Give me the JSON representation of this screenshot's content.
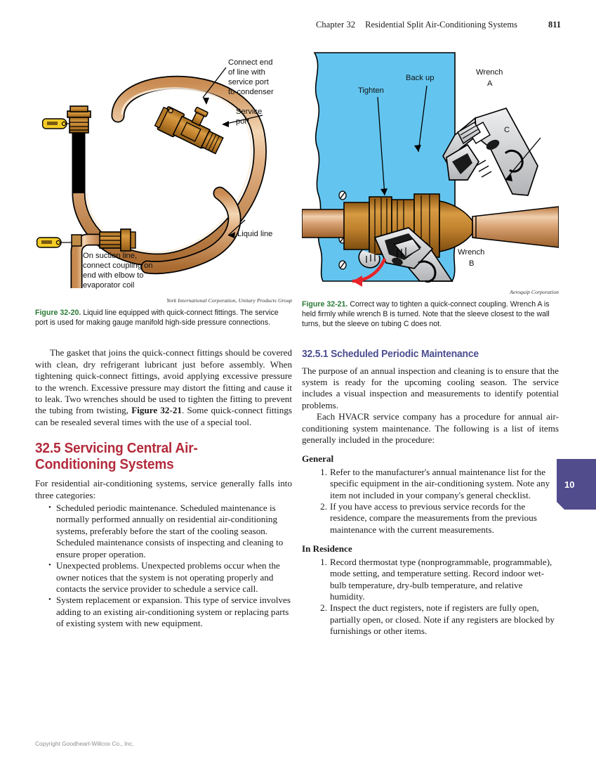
{
  "running_head": {
    "chapter": "Chapter 32",
    "title": "Residential Split Air-Conditioning Systems",
    "page_number": "811"
  },
  "figure_left": {
    "credit": "York International Corporation, Unitary Products Group",
    "caption_label": "Figure 32-20.",
    "caption_text": "Liquid line equipped with quick-connect fittings. The service port is used for making gauge manifold high-side pressure connections.",
    "art_labels": {
      "connect_end": "Connect end\nof line with\nservice port\nto condenser",
      "connect_end_lines": [
        "Connect end",
        "of line with",
        "service port",
        "to condenser"
      ],
      "service_port_lines": [
        "Service",
        "port"
      ],
      "liquid_line": "Liquid line",
      "suction_lines": [
        "On suction line,",
        "connect coupling on",
        "end with elbow to",
        "evaporator coil"
      ]
    },
    "colors": {
      "copper_light": "#e8bd94",
      "copper_mid": "#cc8e55",
      "copper_dark": "#a9692f",
      "brass": "#c4862f",
      "tag_yellow": "#f5cc26"
    }
  },
  "figure_right": {
    "credit": "Aeroquip Corporation",
    "caption_label": "Figure 32-21.",
    "caption_text": "Correct way to tighten a quick-connect coupling. Wrench A is held firmly while wrench B is turned. Note that the sleeve closest to the wall turns, but the sleeve on tubing C does not.",
    "art_labels": {
      "tighten": "Tighten",
      "back_up": "Back up",
      "wrench_a_lines": [
        "Wrench",
        "A"
      ],
      "wrench_b_lines": [
        "Wrench",
        "B"
      ],
      "tubing_c": "C"
    },
    "colors": {
      "wall_blue": "#63c5ef",
      "wrench_gray": "#d3d4d6",
      "brass": "#c08130",
      "copper": "#d8a173",
      "arrow_red": "#e8232a"
    }
  },
  "left_column": {
    "paragraph_1": "The gasket that joins the quick-connect fittings should be covered with clean, dry refrigerant lubricant just before assembly. When tightening quick-connect fittings, avoid applying excessive pressure to the wrench. Excessive pressure may distort the fitting and cause it to leak. Two wrenches should be used to tighten the fitting to prevent the tubing from twisting, ",
    "paragraph_1_bold": "Figure 32-21",
    "paragraph_1_tail": ". Some quick-connect fittings can be resealed several times with the use of a special tool.",
    "section_heading": "32.5 Servicing Central Air-Conditioning Systems",
    "section_intro": "For residential air-conditioning systems, service generally falls into three categories:",
    "bullets": [
      "Scheduled periodic maintenance. Scheduled maintenance is normally performed annually on residential air-conditioning systems, preferably before the start of the cooling season. Scheduled maintenance consists of inspecting and cleaning to ensure proper operation.",
      "Unexpected problems. Unexpected problems occur when the owner notices that the system is not operating properly and contacts the service provider to schedule a service call.",
      "System replacement or expansion. This type of service involves adding to an existing air-conditioning system or replacing parts of existing system with new equipment."
    ]
  },
  "right_column": {
    "subsection_heading": "32.5.1 Scheduled Periodic Maintenance",
    "paragraph_1": "The purpose of an annual inspection and cleaning is to ensure that the system is ready for the upcoming cooling season. The service includes a visual inspection and measurements to identify potential problems.",
    "paragraph_2": "Each HVACR service company has a procedure for annual air-conditioning system maintenance. The following is a list of items generally included in the procedure:",
    "general_heading": "General",
    "general_items": [
      "Refer to the manufacturer's annual maintenance list for the specific equipment in the air-conditioning system. Note any item not included in your company's general checklist.",
      "If you have access to previous service records for the residence, compare the measurements from the previous maintenance with the current measurements."
    ],
    "residence_heading": "In Residence",
    "residence_items": [
      "Record thermostat type (nonprogrammable, programmable), mode setting, and temperature setting. Record indoor wet-bulb temperature, dry-bulb temperature, and relative humidity.",
      "Inspect the duct registers, note if registers are fully open, partially open, or closed. Note if any registers are blocked by furnishings or other items."
    ]
  },
  "chapter_tab": {
    "number": "10",
    "color": "#514c8c"
  },
  "footer": {
    "copyright": "Copyright Goodheart-Willcox Co., Inc."
  },
  "theme": {
    "section_red": "#b32b3c",
    "subsection_purple": "#4b4d8f",
    "caption_green": "#2a7a35",
    "footer_gray": "#8d8d8d"
  }
}
